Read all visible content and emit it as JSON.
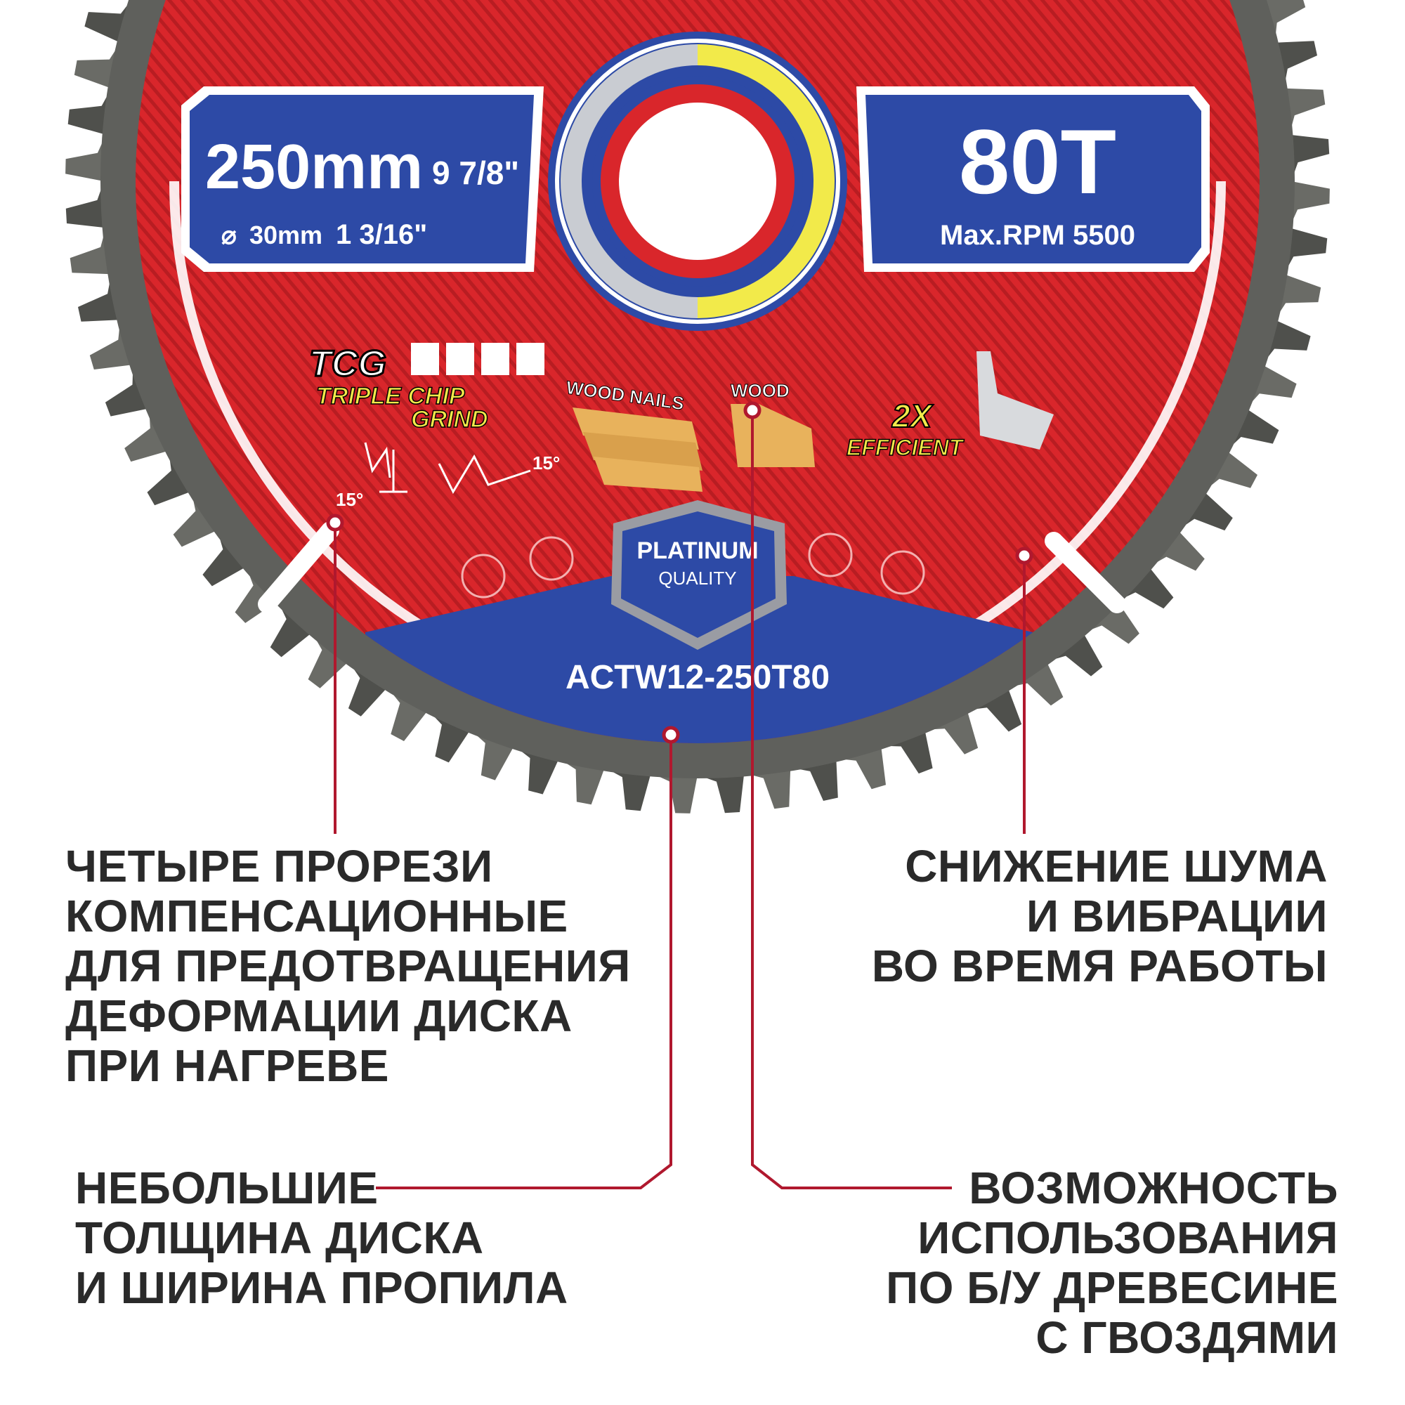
{
  "blade": {
    "diameter": "250mm",
    "diameter_inch": "9 7/8\"",
    "bore": "30mm",
    "bore_inch": "1 3/16\"",
    "teeth": "80T",
    "max_rpm": "Max.RPM  5500",
    "tcg": "TCG",
    "tcg_line1": "TRIPLE CHIP",
    "tcg_line2": "GRIND",
    "angle_left": "15°",
    "angle_right": "15°",
    "wood_nails": "WOOD NAILS",
    "wood": "WOOD",
    "efficient_2x": "2X",
    "efficient": "EFFICIENT",
    "badge_line1": "PLATINUM",
    "badge_line2": "QUALITY",
    "model": "ACTW12-250T80",
    "tooth_count": 80
  },
  "callouts": {
    "slots": [
      "ЧЕТЫРЕ ПРОРЕЗИ",
      "КОМПЕНСАЦИОННЫЕ",
      "ДЛЯ ПРЕДОТВРАЩЕНИЯ",
      "ДЕФОРМАЦИИ ДИСКА",
      "ПРИ НАГРЕВЕ"
    ],
    "noise": [
      "СНИЖЕНИЕ ШУМА",
      "И ВИБРАЦИИ",
      "ВО ВРЕМЯ РАБОТЫ"
    ],
    "thin": [
      "НЕБОЛЬШИЕ",
      "ТОЛЩИНА ДИСКА",
      "И ШИРИНА ПРОПИЛА"
    ],
    "nails": [
      "ВОЗМОЖНОСТЬ",
      "ИСПОЛЬЗОВАНИЯ",
      "ПО Б/У ДРЕВЕСИНЕ",
      "С ГВОЗДЯМИ"
    ]
  },
  "colors": {
    "red": "#d9262b",
    "blue": "#2d4aa6",
    "leader": "#b0182e",
    "steel": "#5f605c",
    "yellow": "#f2ea4a"
  }
}
